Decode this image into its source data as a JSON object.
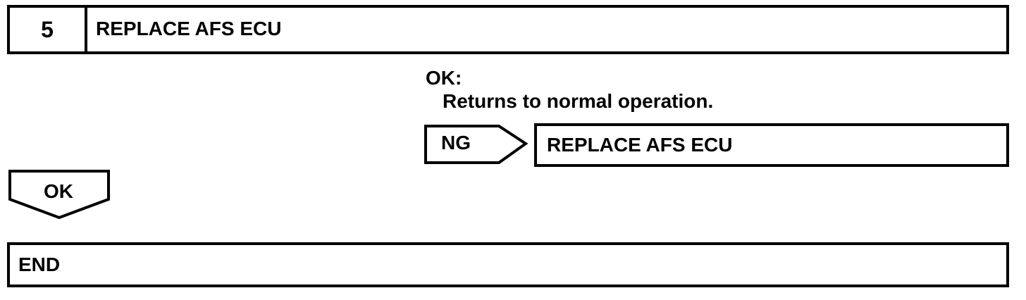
{
  "step": {
    "number": "5",
    "title": "REPLACE AFS ECU"
  },
  "result": {
    "ok_label": "OK:",
    "ok_description": "Returns to normal operation."
  },
  "ng_branch": {
    "label": "NG",
    "action": "REPLACE AFS ECU"
  },
  "ok_branch": {
    "label": "OK"
  },
  "end": {
    "label": "END"
  },
  "colors": {
    "line": "#000000",
    "background": "#ffffff"
  }
}
